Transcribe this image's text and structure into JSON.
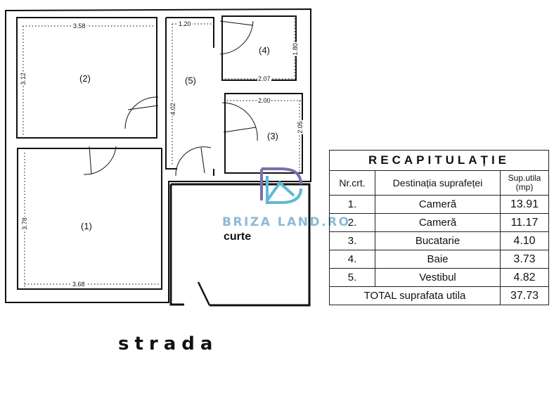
{
  "plan": {
    "rooms": [
      {
        "id": "1",
        "label": "(1)",
        "width_dim": "3.68",
        "height_dim": "3.78"
      },
      {
        "id": "2",
        "label": "(2)",
        "width_dim": "3.58",
        "height_dim": "3.12"
      },
      {
        "id": "3",
        "label": "(3)",
        "width_dim": "2.00",
        "height_dim": "2.05"
      },
      {
        "id": "4",
        "label": "(4)",
        "width_dim": "2.07",
        "height_dim": "1.80"
      },
      {
        "id": "5",
        "label": "(5)",
        "width_dim": "1.20",
        "height_dim": "4.02"
      }
    ],
    "courtyard_label": "curte",
    "street_label": "strada"
  },
  "watermark": {
    "text": "BRIZA LAND.RO",
    "color_primary": "#7a6fae",
    "color_secondary": "#5fb8d4"
  },
  "recap": {
    "title": "RECAPITULAȚIE",
    "headers": {
      "nr": "Nr.crt.",
      "destination": "Destinația suprafeței",
      "area_line1": "Sup.utila",
      "area_line2": "(mp)"
    },
    "rows": [
      {
        "nr": "1.",
        "destination": "Cameră",
        "area": "13.91"
      },
      {
        "nr": "2.",
        "destination": "Cameră",
        "area": "11.17"
      },
      {
        "nr": "3.",
        "destination": "Bucatarie",
        "area": "4.10"
      },
      {
        "nr": "4.",
        "destination": "Baie",
        "area": "3.73"
      },
      {
        "nr": "5.",
        "destination": "Vestibul",
        "area": "4.82"
      }
    ],
    "total": {
      "label": "TOTAL suprafata utila",
      "area": "37.73"
    }
  }
}
